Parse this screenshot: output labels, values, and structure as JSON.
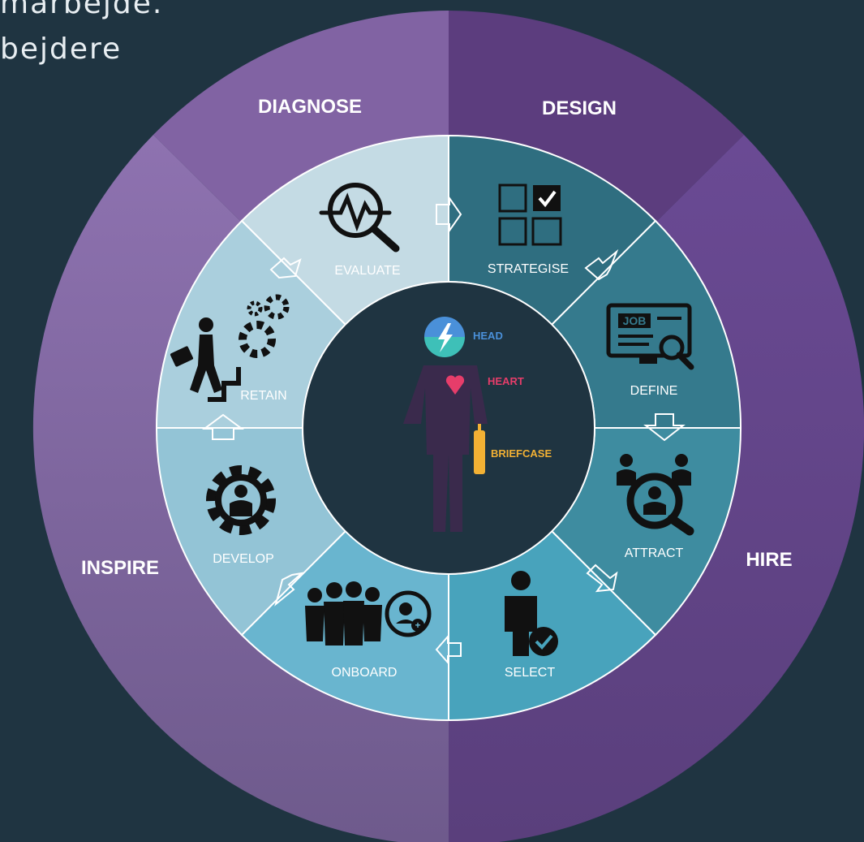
{
  "top_text": {
    "line1": "marbejde.",
    "line2": "bejdere"
  },
  "outer": {
    "diagnose": "DIAGNOSE",
    "design": "DESIGN",
    "hire": "HIRE",
    "inspire": "INSPIRE"
  },
  "segments": {
    "evaluate": "EVALUATE",
    "strategise": "STRATEGISE",
    "define": "DEFINE",
    "attract": "ATTRACT",
    "select": "SELECT",
    "onboard": "ONBOARD",
    "develop": "DEVELOP",
    "retain": "RETAIN"
  },
  "center": {
    "head": "HEAD",
    "heart": "HEART",
    "briefcase": "BRIEFCASE"
  },
  "icons": {
    "evaluate": "magnifier-pulse-icon",
    "strategise": "checkbox-grid-icon",
    "define": "job-screen-icon",
    "attract": "people-magnifier-icon",
    "select": "person-check-icon",
    "onboard": "team-add-icon",
    "develop": "gear-person-icon",
    "retain": "climber-gears-icon"
  },
  "colors": {
    "background": "#1f3441",
    "head": "#4a90d9",
    "heart": "#e63d6a",
    "briefcase": "#f2b134",
    "body": "#3a2a4c"
  }
}
